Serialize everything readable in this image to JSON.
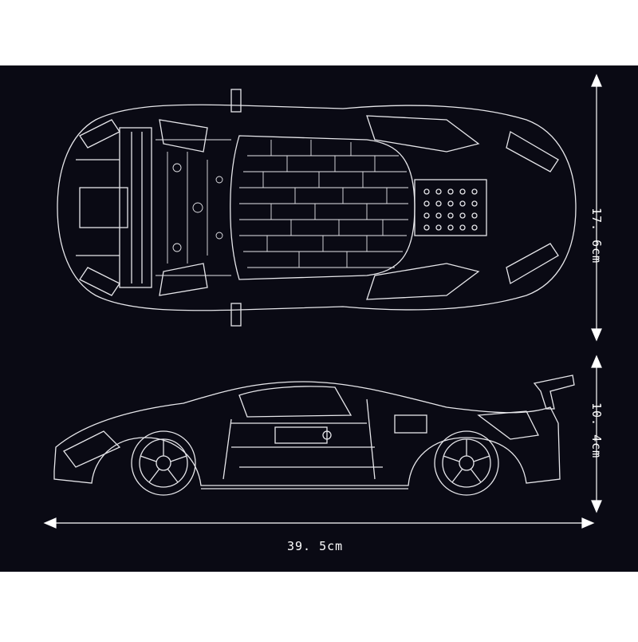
{
  "colors": {
    "background": "#0a0a14",
    "page_border": "#ffffff",
    "line": "#e6e6ea",
    "dim_line": "#ffffff"
  },
  "dimensions": {
    "length": "39. 5cm",
    "width": "17. 6cm",
    "height": "10. 4cm"
  },
  "views": [
    "top-view",
    "side-view"
  ]
}
